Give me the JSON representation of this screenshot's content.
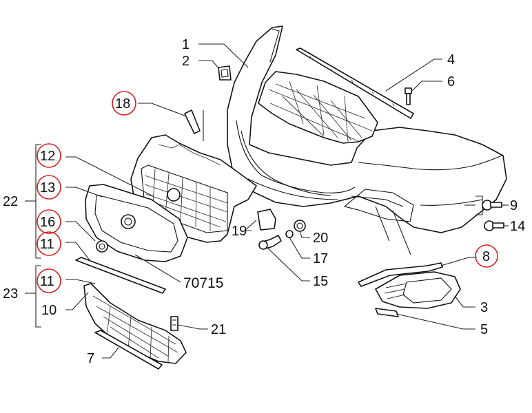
{
  "diagram": {
    "type": "exploded-parts-diagram",
    "highlight_color": "#d62020",
    "ink_color": "#111111",
    "labels": {
      "p1": "1",
      "p2": "2",
      "p3": "3",
      "p4": "4",
      "p5": "5",
      "p6": "6",
      "p7": "7",
      "p8": "8",
      "p9": "9",
      "p10": "10",
      "p11a": "11",
      "p11b": "11",
      "p12": "12",
      "p13": "13",
      "p14": "14",
      "p15": "15",
      "p16": "16",
      "p17": "17",
      "p18": "18",
      "p19": "19",
      "p20": "20",
      "p21": "21",
      "p22": "22",
      "p23": "23",
      "ref": "70715"
    },
    "circled": [
      "18",
      "12",
      "13",
      "16",
      "11",
      "11",
      "8"
    ]
  }
}
